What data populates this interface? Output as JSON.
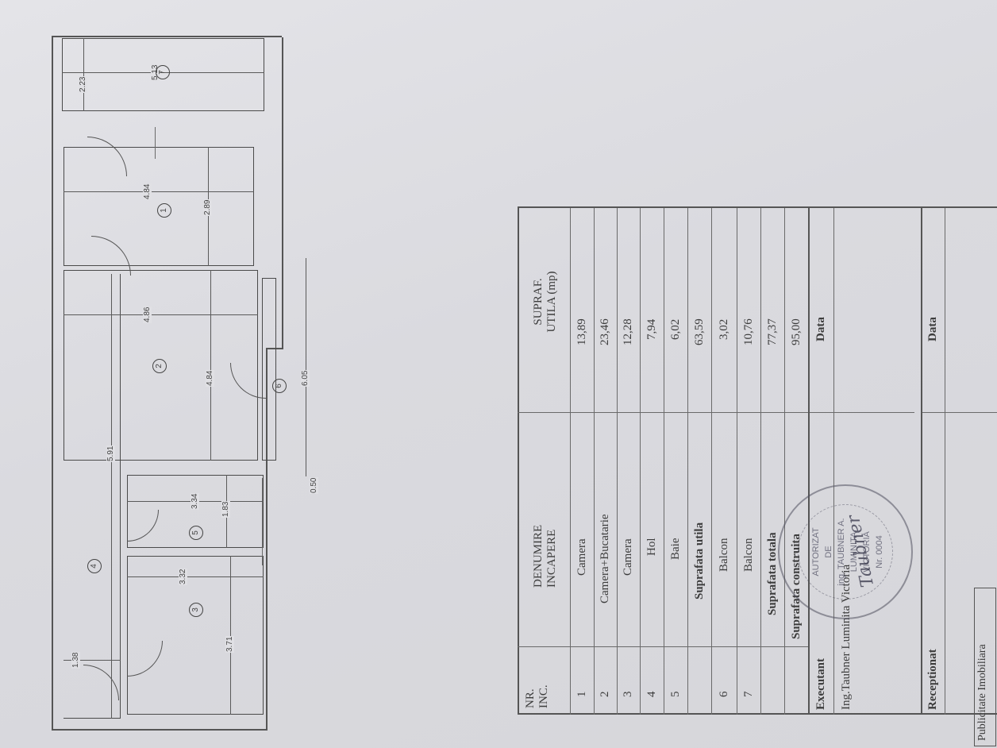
{
  "document": {
    "type": "Apartment floor plan (releveu) with room surface table",
    "orientation": "rotated 90 degrees counter-clockwise"
  },
  "floor_plan": {
    "rooms": [
      {
        "nr": "1",
        "dims": [
          "4.84",
          "2.89"
        ]
      },
      {
        "nr": "2",
        "dims": [
          "4.86",
          "4.84"
        ]
      },
      {
        "nr": "3",
        "dims": [
          "3.32",
          "3.71"
        ]
      },
      {
        "nr": "4",
        "dims": [
          "5.91",
          "1.38"
        ]
      },
      {
        "nr": "5",
        "dims": [
          "3.34",
          "1.83"
        ]
      },
      {
        "nr": "6",
        "dims": [
          "6.05",
          "0.50"
        ]
      },
      {
        "nr": "7",
        "dims": [
          "5.13",
          "2.23"
        ]
      }
    ],
    "labels": {
      "r1": "1",
      "r2": "2",
      "r3": "3",
      "r4": "4",
      "r5": "5",
      "r6": "6",
      "r7": "7",
      "d_5_13": "5.13",
      "d_2_23": "2.23",
      "d_4_84a": "4.84",
      "d_2_89": "2.89",
      "d_4_86": "4.86",
      "d_4_84b": "4.84",
      "d_6_05": "6.05",
      "d_0_50": "0.50",
      "d_3_34": "3.34",
      "d_1_83": "1.83",
      "d_5_91": "5.91",
      "d_3_32": "3.32",
      "d_1_38": "1.38",
      "d_3_71": "3.71"
    }
  },
  "table": {
    "headers": {
      "nr_line1": "NR.",
      "nr_line2": "INC.",
      "name_line1": "DENUMIRE",
      "name_line2": "INCAPERE",
      "area_line1": "SUPRAF.",
      "area_line2": "UTILA (mp)"
    },
    "rows": [
      {
        "nr": "1",
        "name": "Camera",
        "area": "13,89"
      },
      {
        "nr": "2",
        "name": "Camera+Bucatarie",
        "area": "23,46"
      },
      {
        "nr": "3",
        "name": "Camera",
        "area": "12,28"
      },
      {
        "nr": "4",
        "name": "Hol",
        "area": "7,94"
      },
      {
        "nr": "5",
        "name": "Baie",
        "area": "6,02"
      },
      {
        "nr": "",
        "name": "Suprafata utila",
        "area": "63,59"
      },
      {
        "nr": "6",
        "name": "Balcon",
        "area": "3,02"
      },
      {
        "nr": "7",
        "name": "Balcon",
        "area": "10,76"
      },
      {
        "nr": "",
        "name": "Suprafata totala",
        "area": "77,37"
      },
      {
        "nr": "",
        "name": "Suprafata construita",
        "area": "95,00"
      }
    ],
    "executant_label": "Executant",
    "executant_date_label": "Data",
    "executant_name": "Ing.Taubner Luminita Victoria",
    "receptionat_label": "Receptionat",
    "receptionat_date_label": "Data"
  },
  "stamp": {
    "line1": "AUTORIZAT",
    "line2": "DE",
    "line3": "ing. TAUBNER A.",
    "line4": "LUMINITA",
    "line5": "VICTORIA",
    "serial": "Nr. 0004",
    "signature": "Taubner"
  },
  "footer_tag": "Publicitate Imobiliara"
}
